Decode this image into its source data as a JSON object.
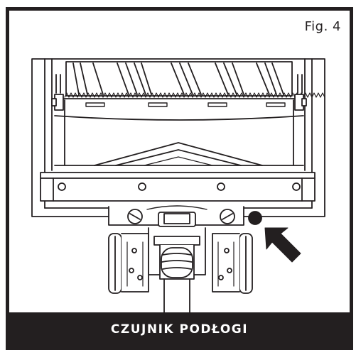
{
  "figure": {
    "label": "Fig. 4",
    "caption": "CZUJNIK PODŁOGI",
    "colors": {
      "ink": "#231f20",
      "background": "#ffffff",
      "caption_text": "#ffffff"
    }
  },
  "callout": {
    "icon": "arrow-icon",
    "target": "floor-sensor"
  }
}
